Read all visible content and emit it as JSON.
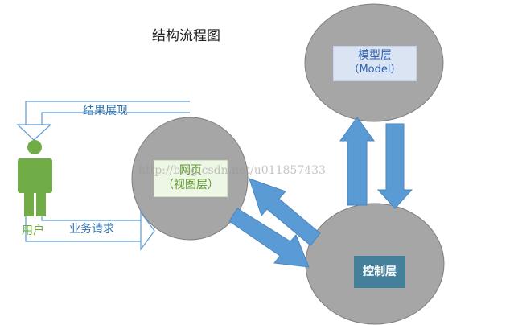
{
  "title": "结构流程图",
  "nodes": {
    "model": {
      "line1": "模型层",
      "line2": "（Model）"
    },
    "view": {
      "line1": "网页",
      "line2": "（视图层）"
    },
    "controller": {
      "label": "控制层"
    },
    "user": {
      "label": "用户"
    }
  },
  "edges": {
    "result_display": "结果展现",
    "business_request": "业务请求"
  },
  "watermark": "http://blog.csdn.net/u011857433",
  "colors": {
    "circle": "#a6a6a6",
    "arrow_fill": "#5b9bd5",
    "line": "#5b9bd5",
    "user_figure": "#70ad47"
  }
}
